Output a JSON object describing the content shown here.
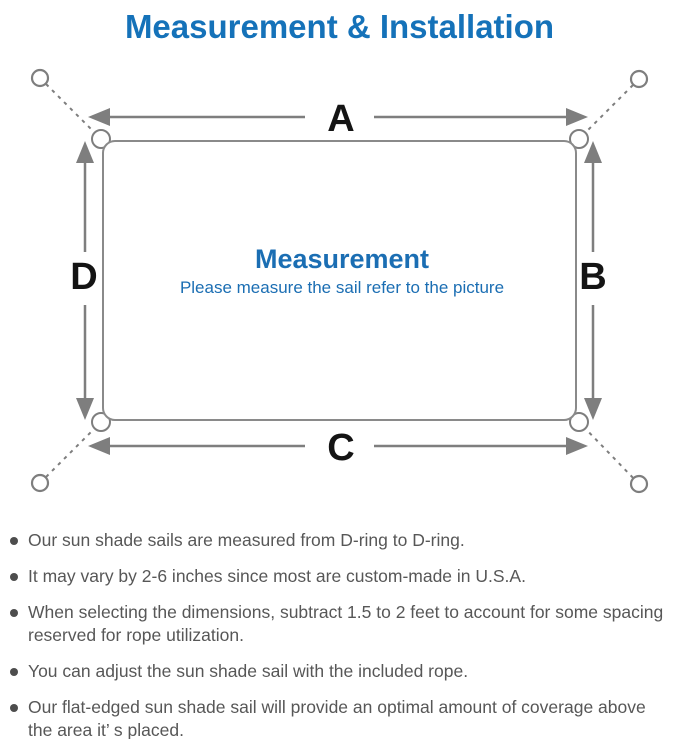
{
  "title": "Measurement & Installation",
  "colors": {
    "accent_blue": "#1572b9",
    "diagram_blue": "#1b6eb3",
    "line_gray": "#7e7e7e",
    "label_black": "#141414",
    "note_gray": "#575757"
  },
  "diagram": {
    "labels": {
      "top": "A",
      "right": "B",
      "bottom": "C",
      "left": "D"
    },
    "center_title": "Measurement",
    "center_subtitle": "Please measure the sail refer to the picture"
  },
  "notes": [
    {
      "text": "Our sun shade sails are measured from D-ring to D-ring."
    },
    {
      "text": "It may vary by 2-6 inches since most are custom-made in U.S.A."
    },
    {
      "text": "When selecting the dimensions, subtract 1.5 to 2 feet to account for some spacing reserved for rope utilization."
    },
    {
      "text": "You can adjust the sun shade sail with the included rope."
    },
    {
      "text": "Our flat-edged sun shade sail will provide an optimal amount of coverage above the area it’ s placed."
    }
  ]
}
